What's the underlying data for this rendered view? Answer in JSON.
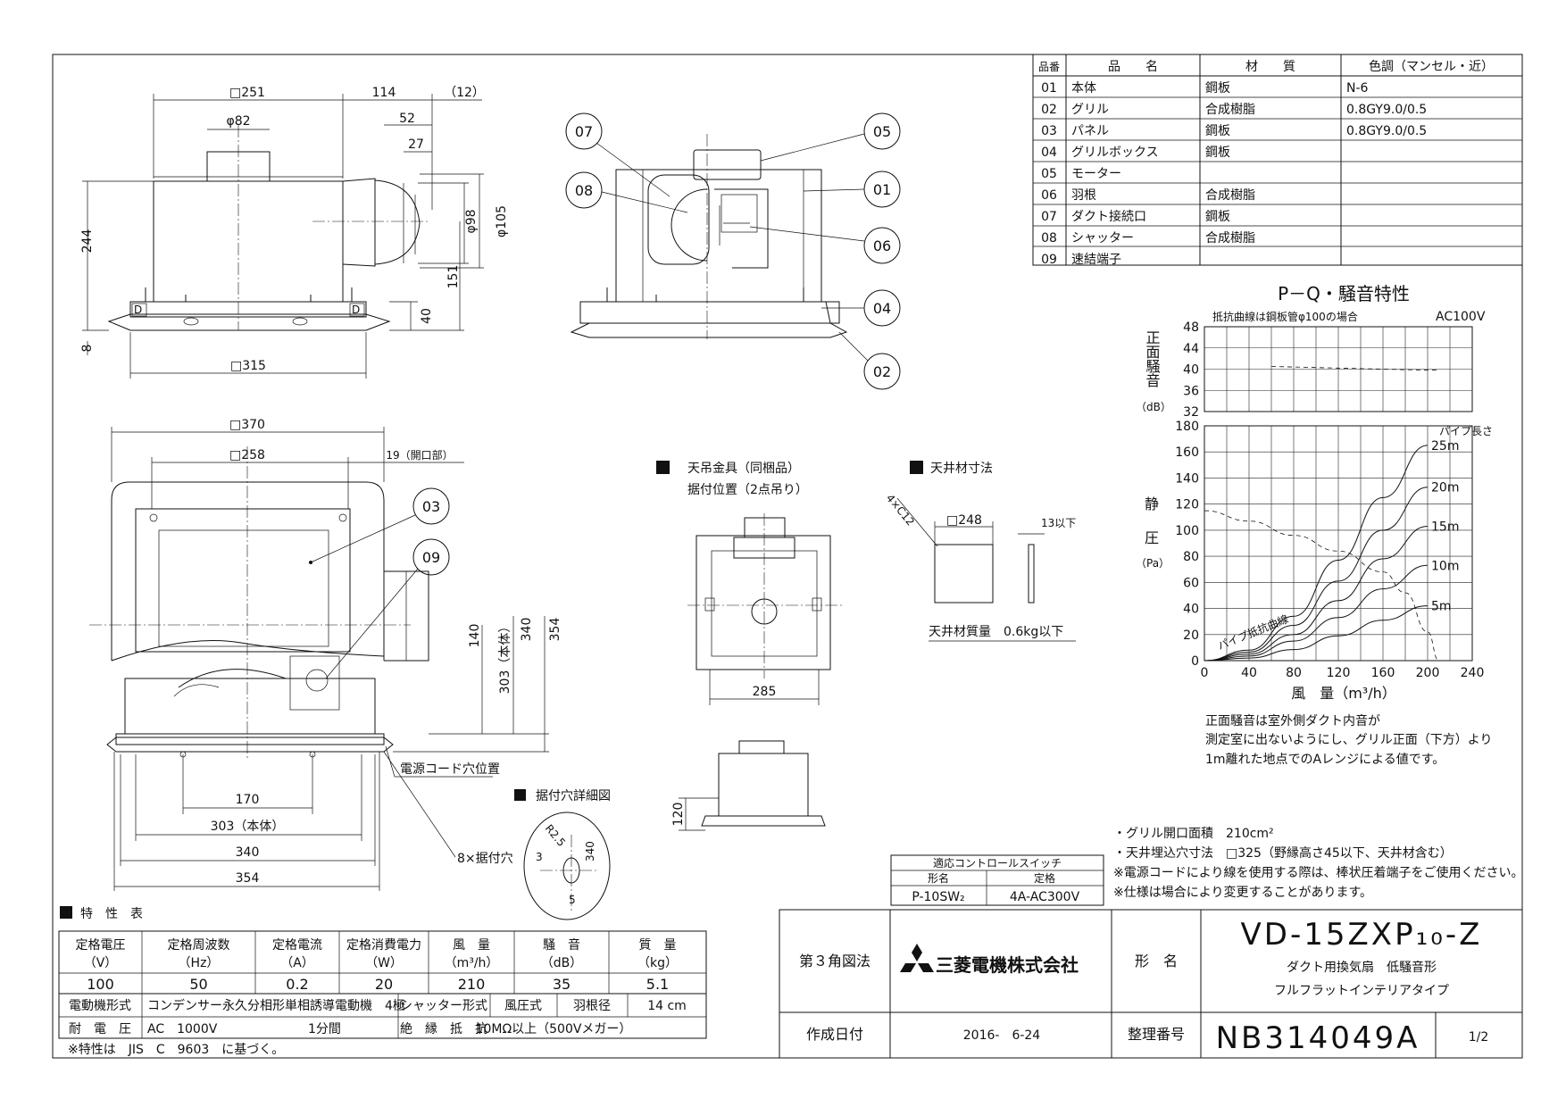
{
  "parts_table": {
    "headers": [
      "品番",
      "品　　名",
      "材　　質",
      "色調（マンセル・近）"
    ],
    "rows": [
      {
        "no": "01",
        "name": "本体",
        "material": "鋼板",
        "color": "N-6"
      },
      {
        "no": "02",
        "name": "グリル",
        "material": "合成樹脂",
        "color": "0.8GY9.0/0.5"
      },
      {
        "no": "03",
        "name": "パネル",
        "material": "鋼板",
        "color": "0.8GY9.0/0.5"
      },
      {
        "no": "04",
        "name": "グリルボックス",
        "material": "鋼板",
        "color": ""
      },
      {
        "no": "05",
        "name": "モーター",
        "material": "",
        "color": ""
      },
      {
        "no": "06",
        "name": "羽根",
        "material": "合成樹脂",
        "color": ""
      },
      {
        "no": "07",
        "name": "ダクト接続口",
        "material": "鋼板",
        "color": ""
      },
      {
        "no": "08",
        "name": "シャッター",
        "material": "合成樹脂",
        "color": ""
      },
      {
        "no": "09",
        "name": "速結端子",
        "material": "",
        "color": ""
      }
    ]
  },
  "dims_top": {
    "d251": "□251",
    "d114": "114",
    "d12": "（12）",
    "d82": "φ82",
    "d52": "52",
    "d27": "27",
    "d98": "φ98",
    "d105": "φ105",
    "d244": "244",
    "d151": "151",
    "d40": "40",
    "d8": "8",
    "d315": "□315"
  },
  "dims_bottom": {
    "d370": "□370",
    "d258": "□258",
    "d19": "19（開口部）",
    "d140": "140",
    "d303v": "303（本体）",
    "d340v": "340",
    "d354v": "354",
    "d170": "170",
    "d303h": "303（本体）",
    "d340h": "340",
    "d354h": "354",
    "power_cord": "電源コード穴位置",
    "mount_holes": "8×据付穴",
    "hole_detail": "据付穴詳細図",
    "r25": "R2.5",
    "d3": "3",
    "d340s": "340",
    "d5": "5"
  },
  "balloons": [
    "01",
    "02",
    "03",
    "04",
    "05",
    "06",
    "07",
    "08",
    "09"
  ],
  "hanger": {
    "title": "天吊金具（同梱品）",
    "subtitle": "据付位置（2点吊り）",
    "d285": "285",
    "d120": "120"
  },
  "ceiling": {
    "title": "天井材寸法",
    "d4c12": "4×C12",
    "d248": "□248",
    "d13": "13以下",
    "mass": "天井材質量　0.6kg以下"
  },
  "chart_data": [
    {
      "type": "line",
      "title": "P－Q・騒音特性",
      "note": "抵抗曲線は鋼板管φ100の場合",
      "voltage": "AC100V",
      "ylabel": "正面騒音",
      "yunit": "（dB）",
      "ylim": [
        32,
        48
      ],
      "yticks": [
        32,
        36,
        40,
        44,
        48
      ],
      "xlim": [
        0,
        240
      ],
      "series": [
        {
          "x": [
            60,
            120,
            180,
            210
          ],
          "y": [
            40.5,
            40.2,
            39.9,
            39.8
          ]
        }
      ]
    },
    {
      "type": "line",
      "ylabel": "静圧",
      "yunit": "（Pa）",
      "xlabel": "風　量（m³/h）",
      "ylim": [
        0,
        180
      ],
      "yticks": [
        0,
        20,
        40,
        60,
        80,
        100,
        120,
        140,
        160,
        180
      ],
      "xlim": [
        0,
        240
      ],
      "xticks": [
        0,
        40,
        80,
        120,
        160,
        200,
        240
      ],
      "pipe_label": "パイプ長さ",
      "resistance_label": "パイプ抵抗曲線",
      "series": [
        {
          "x": [
            0,
            40,
            80,
            120,
            160,
            180,
            200,
            210
          ],
          "y": [
            115,
            107,
            96,
            84,
            68,
            52,
            22,
            0
          ]
        },
        {
          "name": "25m",
          "x": [
            0,
            40,
            80,
            120,
            160,
            200
          ],
          "y": [
            0,
            8,
            34,
            77,
            125,
            165
          ]
        },
        {
          "name": "20m",
          "x": [
            0,
            40,
            80,
            120,
            160,
            200
          ],
          "y": [
            0,
            6.5,
            27,
            61,
            100,
            133
          ]
        },
        {
          "name": "15m",
          "x": [
            0,
            40,
            80,
            120,
            160,
            200
          ],
          "y": [
            0,
            5,
            20,
            46,
            78,
            103
          ]
        },
        {
          "name": "10m",
          "x": [
            0,
            40,
            80,
            120,
            160,
            200
          ],
          "y": [
            0,
            3.5,
            15,
            33,
            55,
            73
          ]
        },
        {
          "name": "5m",
          "x": [
            0,
            40,
            80,
            120,
            160,
            200
          ],
          "y": [
            0,
            2,
            8.5,
            19,
            31,
            42
          ]
        }
      ]
    }
  ],
  "noise_note": [
    "正面騒音は室外側ダクト内音が",
    "測定室に出ないようにし、グリル正面（下方）より",
    "1m離れた地点でのAレンジによる値です。"
  ],
  "notes": [
    "・グリル開口面積　210cm²",
    "・天井埋込穴寸法　□325（野縁高さ45以下、天井材含む）",
    "※電源コードにより線を使用する際は、棒状圧着端子をご使用ください。",
    "※仕様は場合により変更することがあります。"
  ],
  "control_switch": {
    "title": "適応コントロールスイッチ",
    "headers": [
      "形名",
      "定格"
    ],
    "values": [
      "P-10SW₂",
      "4A-AC300V"
    ]
  },
  "spec": {
    "title": "特　性　表",
    "headers": [
      "定格電圧",
      "定格周波数",
      "定格電流",
      "定格消費電力",
      "風　量",
      "騒　音",
      "質　量"
    ],
    "units": [
      "（V）",
      "（Hz）",
      "（A）",
      "（W）",
      "（m³/h）",
      "（dB）",
      "（kg）"
    ],
    "values": [
      "100",
      "50",
      "0.2",
      "20",
      "210",
      "35",
      "5.1"
    ],
    "motor_label": "電動機形式",
    "motor_value": "コンデンサー永久分相形単相誘導電動機　4極",
    "shutter_label": "シャッター形式",
    "shutter_value": "風圧式",
    "blade_label": "羽根径",
    "blade_value": "14 cm",
    "withstand_label": "耐　電　圧",
    "withstand_value": "AC　1000V",
    "withstand_time": "1分間",
    "insulation_label": "絶　縁　抵　抗",
    "insulation_value": "10MΩ以上（500Vメガー）",
    "footnote": "※特性は　JIS　C　9603　に基づく。"
  },
  "title_block": {
    "projection": "第３角図法",
    "company": "三菱電機株式会社",
    "model_label": "形　名",
    "model": "VD-15ZXP₁₀-Z",
    "desc1": "ダクト用換気扇　低騒音形",
    "desc2": "フルフラットインテリアタイプ",
    "date_label": "作成日付",
    "date": "2016-　6-24",
    "number_label": "整理番号",
    "number": "NB314049A",
    "page": "1/2"
  }
}
